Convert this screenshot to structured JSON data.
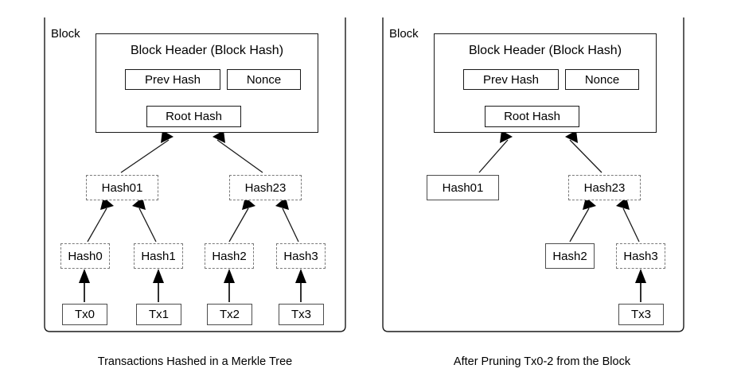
{
  "figure": {
    "title_semantic": "merkle-tree-pruning-diagram",
    "background": "#ffffff",
    "ink": "#000000",
    "solid_border_color": "#4d4d4d",
    "dashed_border_color": "#7a7a7a"
  },
  "panels": [
    {
      "id": "left",
      "block_label": "Block",
      "caption": "Transactions Hashed in a Merkle Tree",
      "header": {
        "title": "Block Header (Block Hash)",
        "prev_hash": "Prev Hash",
        "nonce": "Nonce",
        "root_hash": "Root Hash"
      },
      "inner_hashes": [
        {
          "label": "Hash01",
          "style": "dashed"
        },
        {
          "label": "Hash23",
          "style": "dashed"
        }
      ],
      "leaf_hashes": [
        {
          "label": "Hash0",
          "style": "dashed"
        },
        {
          "label": "Hash1",
          "style": "dashed"
        },
        {
          "label": "Hash2",
          "style": "dashed"
        },
        {
          "label": "Hash3",
          "style": "dashed"
        }
      ],
      "transactions": [
        {
          "label": "Tx0",
          "style": "solid"
        },
        {
          "label": "Tx1",
          "style": "solid"
        },
        {
          "label": "Tx2",
          "style": "solid"
        },
        {
          "label": "Tx3",
          "style": "solid"
        }
      ]
    },
    {
      "id": "right",
      "block_label": "Block",
      "caption": "After Pruning Tx0-2 from the Block",
      "header": {
        "title": "Block Header (Block Hash)",
        "prev_hash": "Prev Hash",
        "nonce": "Nonce",
        "root_hash": "Root Hash"
      },
      "inner_hashes": [
        {
          "label": "Hash01",
          "style": "solid"
        },
        {
          "label": "Hash23",
          "style": "dashed"
        }
      ],
      "leaf_hashes": [
        {
          "label": "Hash2",
          "style": "solid"
        },
        {
          "label": "Hash3",
          "style": "dashed"
        }
      ],
      "transactions": [
        {
          "label": "Tx3",
          "style": "solid"
        }
      ]
    }
  ]
}
